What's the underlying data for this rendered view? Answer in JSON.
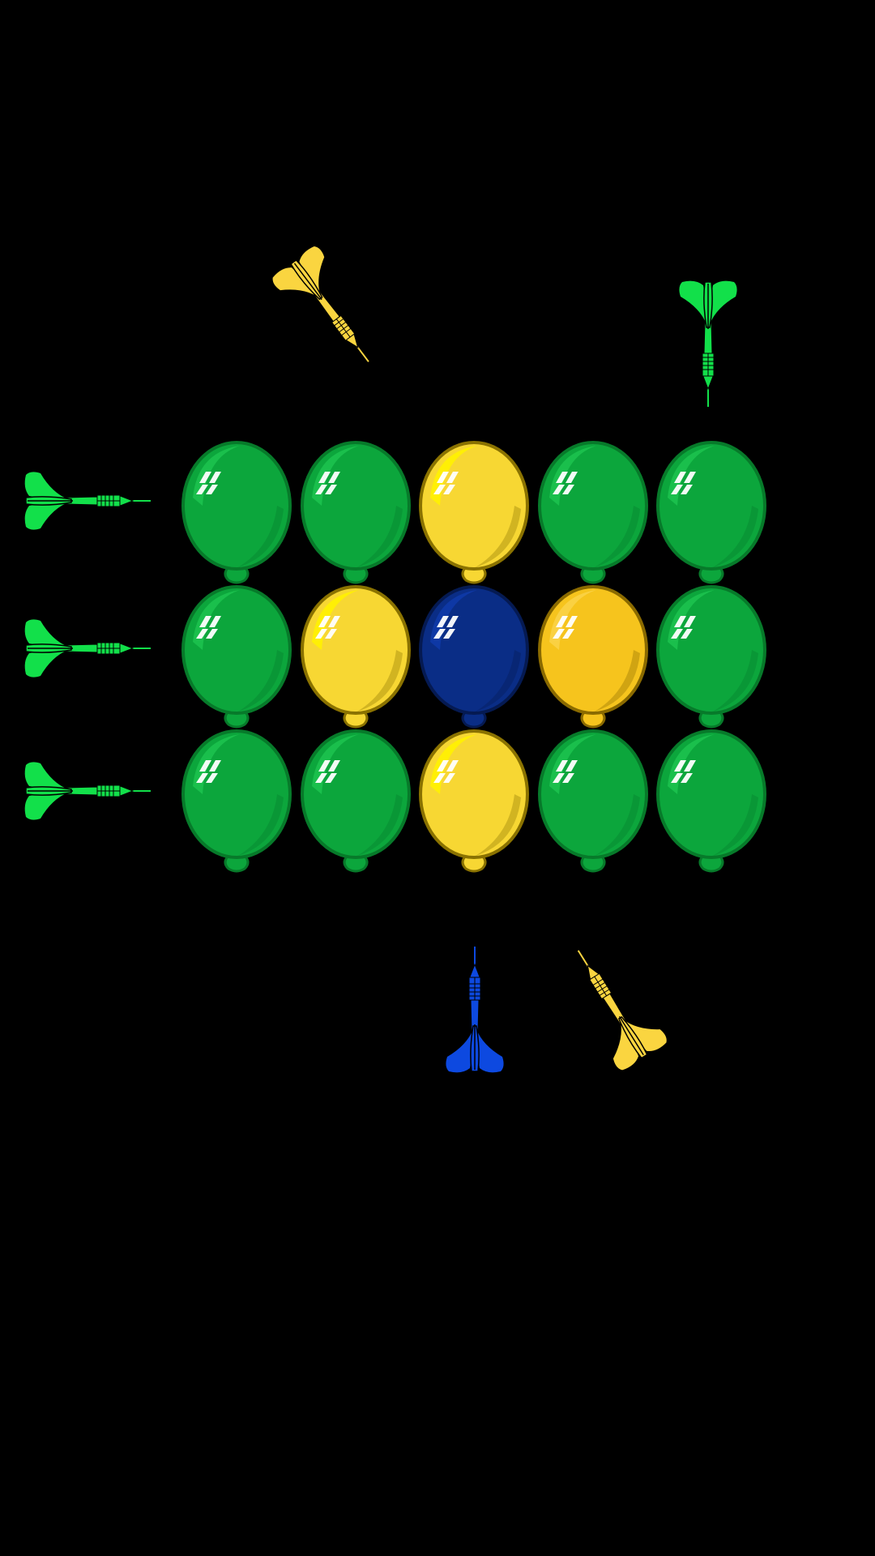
{
  "colors": {
    "background": "#000000",
    "green_balloon": "#0ca63c",
    "green_balloon_light": "#1cc24e",
    "green_balloon_dark": "#077a2a",
    "yellow_balloon": "#f7d733",
    "yellow_balloon_light": "#fff200",
    "yellow_balloon_dark": "#8a7200",
    "orange_balloon": "#f6c41d",
    "orange_balloon_light": "#fbd347",
    "orange_balloon_dark": "#8a6a00",
    "blue_balloon": "#0a2d86",
    "blue_balloon_light": "#0e3aa8",
    "blue_balloon_dark": "#051a52",
    "green_dart": "#12e04a",
    "yellow_dart": "#fad540",
    "blue_dart": "#0d49e0"
  },
  "balloon_grid": {
    "rows": 3,
    "cols": 5,
    "cells": [
      [
        "green",
        "green",
        "yellow",
        "green",
        "green"
      ],
      [
        "green",
        "yellow",
        "blue",
        "orange",
        "green"
      ],
      [
        "green",
        "green",
        "yellow",
        "green",
        "green"
      ]
    ]
  },
  "darts": [
    {
      "name": "dart-left-row-1",
      "color": "green",
      "direction": "right"
    },
    {
      "name": "dart-left-row-2",
      "color": "green",
      "direction": "right"
    },
    {
      "name": "dart-left-row-3",
      "color": "green",
      "direction": "right"
    },
    {
      "name": "dart-top-diagonal",
      "color": "yellow",
      "direction": "down-right"
    },
    {
      "name": "dart-top-right",
      "color": "green",
      "direction": "down"
    },
    {
      "name": "dart-bottom-center",
      "color": "blue",
      "direction": "up"
    },
    {
      "name": "dart-bottom-diagonal",
      "color": "yellow",
      "direction": "up-left"
    }
  ]
}
